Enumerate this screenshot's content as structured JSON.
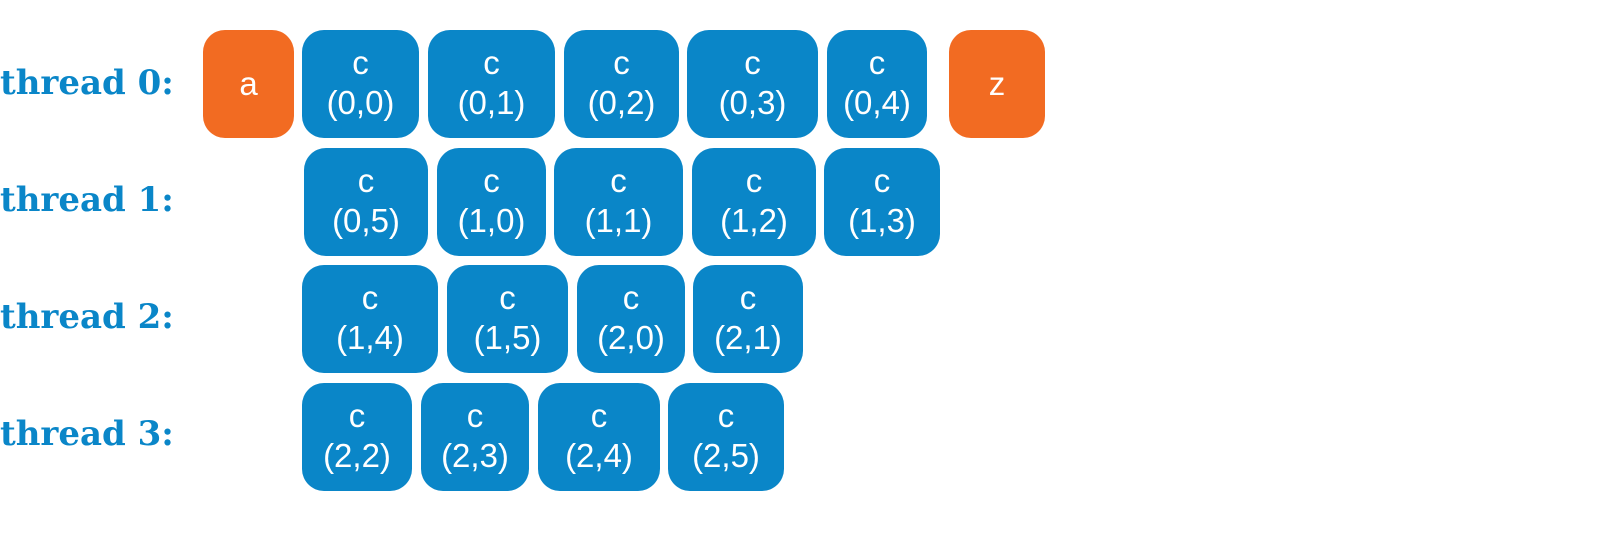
{
  "colors": {
    "blue": "#0a86c8",
    "orange": "#f26b22",
    "label": "#0a86c8"
  },
  "threads": [
    {
      "label": "thread 0:",
      "tasks": [
        {
          "name": "a",
          "idx": "",
          "color": "orange"
        },
        {
          "name": "c",
          "idx": "(0,0)",
          "color": "blue"
        },
        {
          "name": "c",
          "idx": "(0,1)",
          "color": "blue"
        },
        {
          "name": "c",
          "idx": "(0,2)",
          "color": "blue"
        },
        {
          "name": "c",
          "idx": "(0,3)",
          "color": "blue"
        },
        {
          "name": "c",
          "idx": "(0,4)",
          "color": "blue"
        },
        {
          "name": "z",
          "idx": "",
          "color": "orange"
        }
      ]
    },
    {
      "label": "thread 1:",
      "tasks": [
        {
          "name": "c",
          "idx": "(0,5)",
          "color": "blue"
        },
        {
          "name": "c",
          "idx": "(1,0)",
          "color": "blue"
        },
        {
          "name": "c",
          "idx": "(1,1)",
          "color": "blue"
        },
        {
          "name": "c",
          "idx": "(1,2)",
          "color": "blue"
        },
        {
          "name": "c",
          "idx": "(1,3)",
          "color": "blue"
        }
      ]
    },
    {
      "label": "thread 2:",
      "tasks": [
        {
          "name": "c",
          "idx": "(1,4)",
          "color": "blue"
        },
        {
          "name": "c",
          "idx": "(1,5)",
          "color": "blue"
        },
        {
          "name": "c",
          "idx": "(2,0)",
          "color": "blue"
        },
        {
          "name": "c",
          "idx": "(2,1)",
          "color": "blue"
        }
      ]
    },
    {
      "label": "thread 3:",
      "tasks": [
        {
          "name": "c",
          "idx": "(2,2)",
          "color": "blue"
        },
        {
          "name": "c",
          "idx": "(2,3)",
          "color": "blue"
        },
        {
          "name": "c",
          "idx": "(2,4)",
          "color": "blue"
        },
        {
          "name": "c",
          "idx": "(2,5)",
          "color": "blue"
        }
      ]
    }
  ]
}
